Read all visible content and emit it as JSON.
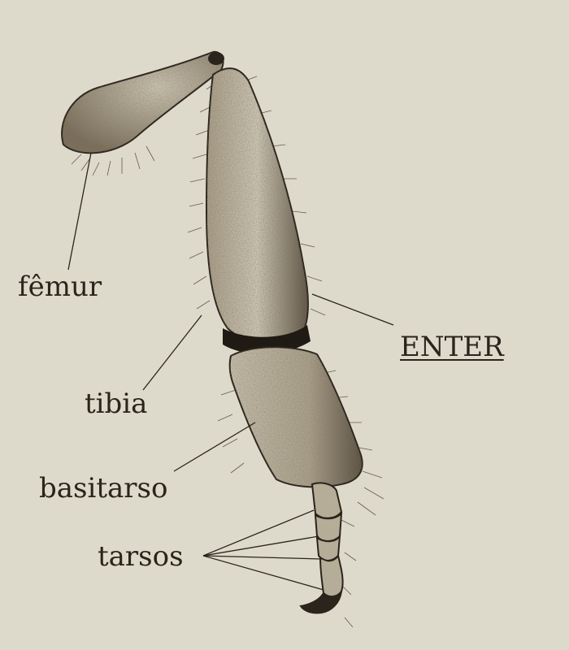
{
  "labels": {
    "femur": "fêmur",
    "tibia": "tibia",
    "basitarso": "basitarso",
    "tarsos": "tarsos",
    "enter": "ENTER"
  },
  "colors": {
    "background": "#dedacb",
    "ink": "#2a241c",
    "stipple": "#3a3126"
  }
}
